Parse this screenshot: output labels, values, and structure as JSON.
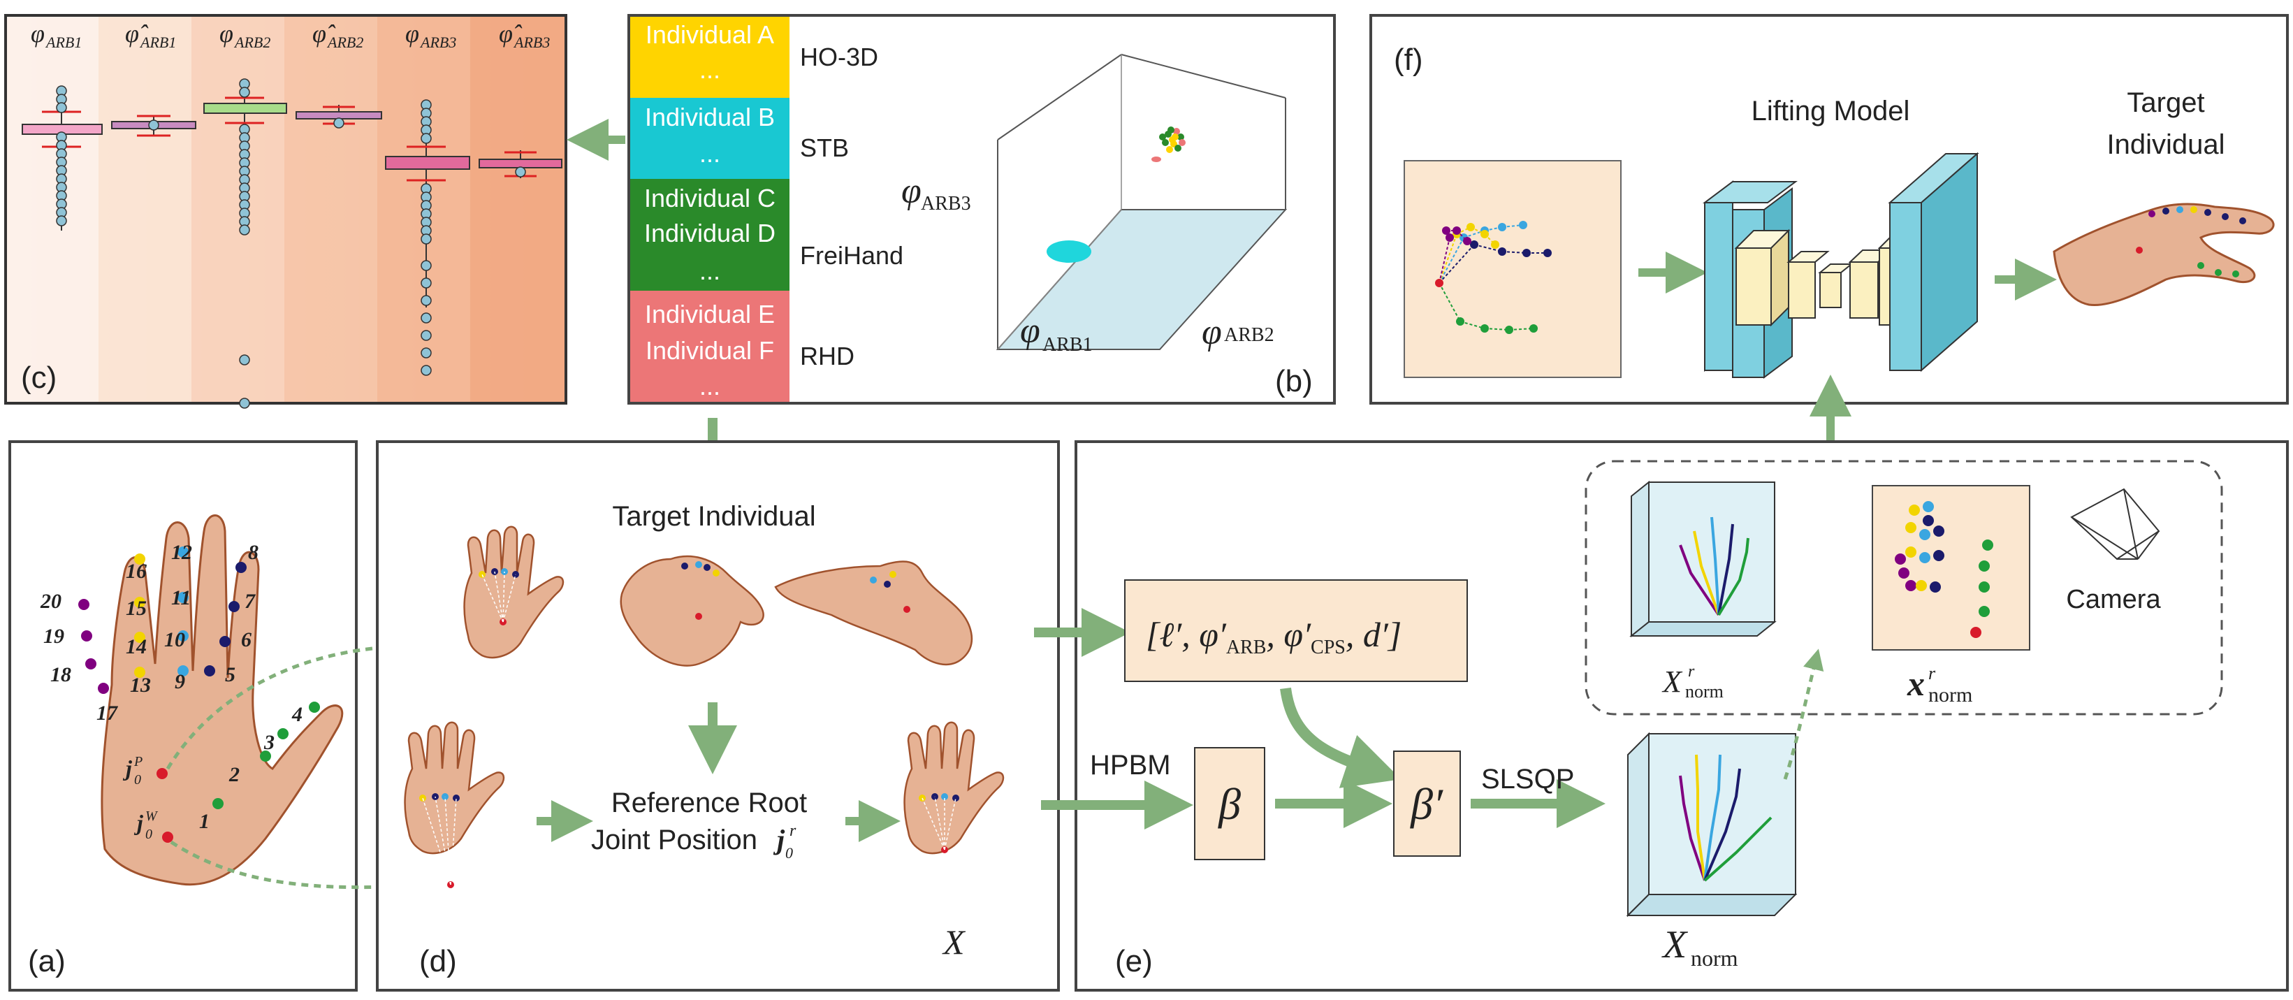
{
  "colors": {
    "arrow": "#82b07a",
    "panel_border": "#444444",
    "skin": "#e6b294",
    "skin_stroke": "#a0522d",
    "box_fill": "#fbe7d0",
    "lifting_blue": "#7fd0e0",
    "lifting_yellow": "#fbf0c0",
    "dataset_colors": [
      "#ffd400",
      "#19c8d2",
      "#2a8a2a",
      "#ec7677"
    ],
    "joint_colors": [
      "#1f9e3a",
      "#1b1b6b",
      "#3aa6e0",
      "#f2d400",
      "#800080",
      "#d81b2b"
    ]
  },
  "panel_a": {
    "label": "(a)",
    "joint_numbers": [
      "1",
      "2",
      "3",
      "4",
      "5",
      "6",
      "7",
      "8",
      "9",
      "10",
      "11",
      "12",
      "13",
      "14",
      "15",
      "16",
      "17",
      "18",
      "19",
      "20"
    ],
    "jp_label": "j",
    "jp_sub": "0",
    "jp_sup": "P",
    "jw_label": "j",
    "jw_sub": "0",
    "jw_sup": "W"
  },
  "panel_b": {
    "label": "(b)",
    "individuals": [
      {
        "group": [
          "Individual A",
          "..."
        ],
        "dataset": "HO-3D"
      },
      {
        "group": [
          "Individual B",
          "..."
        ],
        "dataset": "STB"
      },
      {
        "group": [
          "Individual C",
          "Individual D",
          "..."
        ],
        "dataset": "FreiHand"
      },
      {
        "group": [
          "Individual E",
          "Individual F",
          "..."
        ],
        "dataset": "RHD"
      }
    ],
    "axis_z": "φ",
    "axis_z_sub": "ARB3",
    "axis_x": "φ",
    "axis_x_sub": "ARB1",
    "axis_y": "φ",
    "axis_y_sub": "ARB2"
  },
  "panel_c": {
    "label": "(c)",
    "columns": [
      {
        "sym": "φ",
        "sub": "ARB1",
        "hat": false
      },
      {
        "sym": "φ̂",
        "sub": "ARB1",
        "hat": true
      },
      {
        "sym": "φ",
        "sub": "ARB2",
        "hat": false
      },
      {
        "sym": "φ̂",
        "sub": "ARB2",
        "hat": true
      },
      {
        "sym": "φ",
        "sub": "ARB3",
        "hat": false
      },
      {
        "sym": "φ̂",
        "sub": "ARB3",
        "hat": true
      }
    ]
  },
  "panel_d": {
    "label": "(d)",
    "title": "Target Individual",
    "ref_line1": "Reference Root",
    "ref_line2": "Joint Position",
    "ref_sym": "j",
    "ref_sub": "0",
    "ref_sup": "r",
    "x_label": "X"
  },
  "panel_e": {
    "label": "(e)",
    "param_box": "[ℓ′, φ′",
    "param_sub1": "ARB",
    "param_mid": ", φ′",
    "param_sub2": "CPS",
    "param_end": ", d′]",
    "hpbm": "HPBM",
    "beta": "β",
    "beta_prime": "β′",
    "slsqp": "SLSQP",
    "xnorm": "X",
    "xnorm_sub": "norm",
    "xrnorm": "X",
    "xrnorm_sup": "r",
    "xrnorm_sub": "norm",
    "small_xr": "x",
    "small_xr_sup": "r",
    "small_xr_sub": "norm",
    "camera": "Camera"
  },
  "panel_f": {
    "label": "(f)",
    "lifting": "Lifting Model",
    "target_line1": "Target",
    "target_line2": "Individual"
  }
}
